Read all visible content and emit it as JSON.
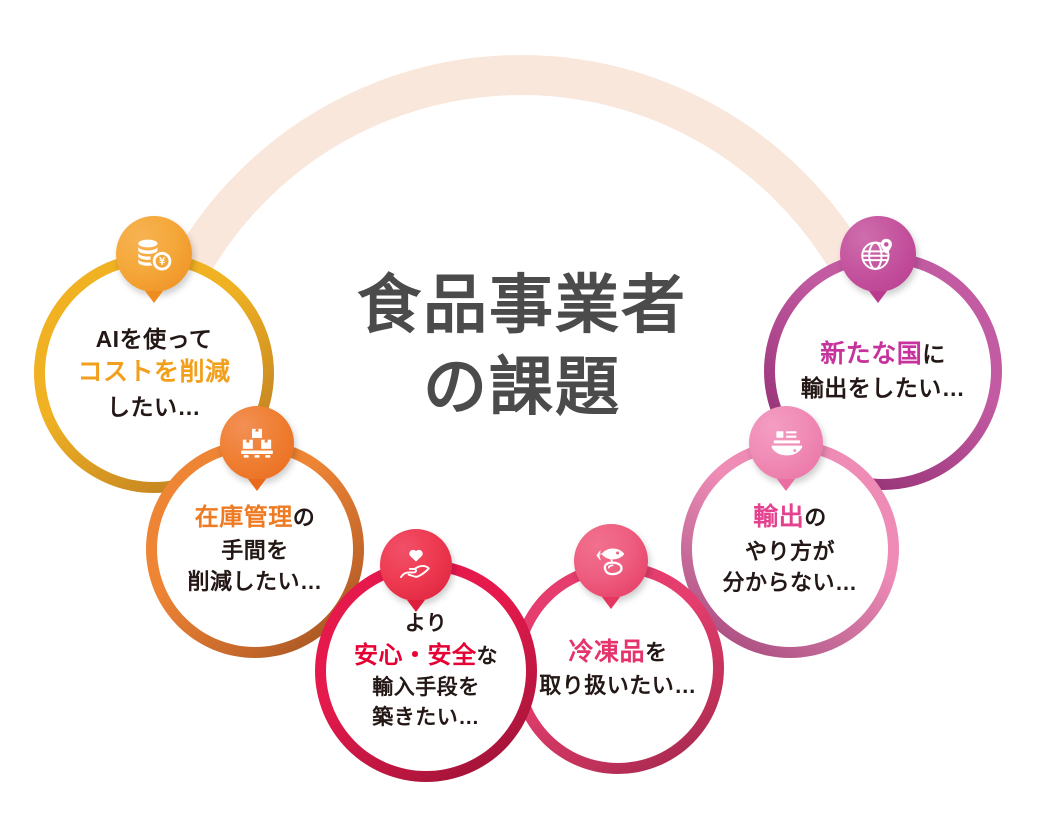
{
  "page": {
    "background_color": "#FFFFFF",
    "arc_color": "#FAE7DC",
    "title_color": "#4B4B4B",
    "body_text_color": "#231815"
  },
  "title": {
    "line1": "食品事業者",
    "line2": "の課題"
  },
  "bubbles": [
    {
      "id": "cost-reduction",
      "icon": "coins-yen-icon",
      "badge_color_from": "#F5A83A",
      "badge_color_to": "#EE8C1F",
      "ring_color_from": "#F0B223",
      "ring_color_to": "#A2661F",
      "highlight_color": "#F2A01C",
      "lines": [
        {
          "text": "AIを使って",
          "highlight": false
        },
        {
          "text": "コストを削減",
          "highlight": true
        },
        {
          "text": "したい…",
          "highlight": false
        }
      ]
    },
    {
      "id": "inventory-management",
      "icon": "boxes-pallet-icon",
      "badge_color_from": "#EF8034",
      "badge_color_to": "#E96A1C",
      "ring_color_from": "#EE8535",
      "ring_color_to": "#8C4A1A",
      "highlight_color": "#EE7A21",
      "lines": [
        {
          "text": "在庫管理",
          "suffix": "の",
          "highlight": true
        },
        {
          "text": "手間を",
          "highlight": false
        },
        {
          "text": "削減したい…",
          "highlight": false
        }
      ]
    },
    {
      "id": "safe-import",
      "icon": "heart-hand-icon",
      "badge_color_from": "#EE3B51",
      "badge_color_to": "#DC1F3C",
      "ring_color_from": "#E5194C",
      "ring_color_to": "#8E1133",
      "highlight_color": "#E60033",
      "lines": [
        {
          "text": "より",
          "highlight": false
        },
        {
          "text": "安心・安全",
          "suffix": "な",
          "highlight": true
        },
        {
          "text": "輸入手段を",
          "highlight": false
        },
        {
          "text": "築きたい…",
          "highlight": false
        }
      ]
    },
    {
      "id": "frozen-goods",
      "icon": "fish-meat-icon",
      "badge_color_from": "#EE5E80",
      "badge_color_to": "#E3375F",
      "ring_color_from": "#E53E6E",
      "ring_color_to": "#97244A",
      "highlight_color": "#E5336B",
      "lines": [
        {
          "text": "冷凍品",
          "suffix": "を",
          "highlight": true
        },
        {
          "text": "取り扱いたい…",
          "highlight": false
        }
      ]
    },
    {
      "id": "export-howto",
      "icon": "cargo-ship-icon",
      "badge_color_from": "#F08CB6",
      "badge_color_to": "#E96FA2",
      "ring_color_from": "#EE8CB6",
      "ring_color_to": "#9C3C74",
      "highlight_color": "#E4418E",
      "lines": [
        {
          "text": "輸出",
          "suffix": "の",
          "highlight": true
        },
        {
          "text": "やり方が",
          "highlight": false
        },
        {
          "text": "分からない…",
          "highlight": false
        }
      ]
    },
    {
      "id": "new-country-export",
      "icon": "globe-pin-icon",
      "badge_color_from": "#C5559F",
      "badge_color_to": "#B93A8E",
      "ring_color_from": "#C35BA2",
      "ring_color_to": "#7E2263",
      "highlight_color": "#C7339D",
      "lines": [
        {
          "text": "新たな国",
          "suffix": "に",
          "highlight": true
        },
        {
          "text": "輸出をしたい…",
          "highlight": false
        }
      ]
    }
  ]
}
